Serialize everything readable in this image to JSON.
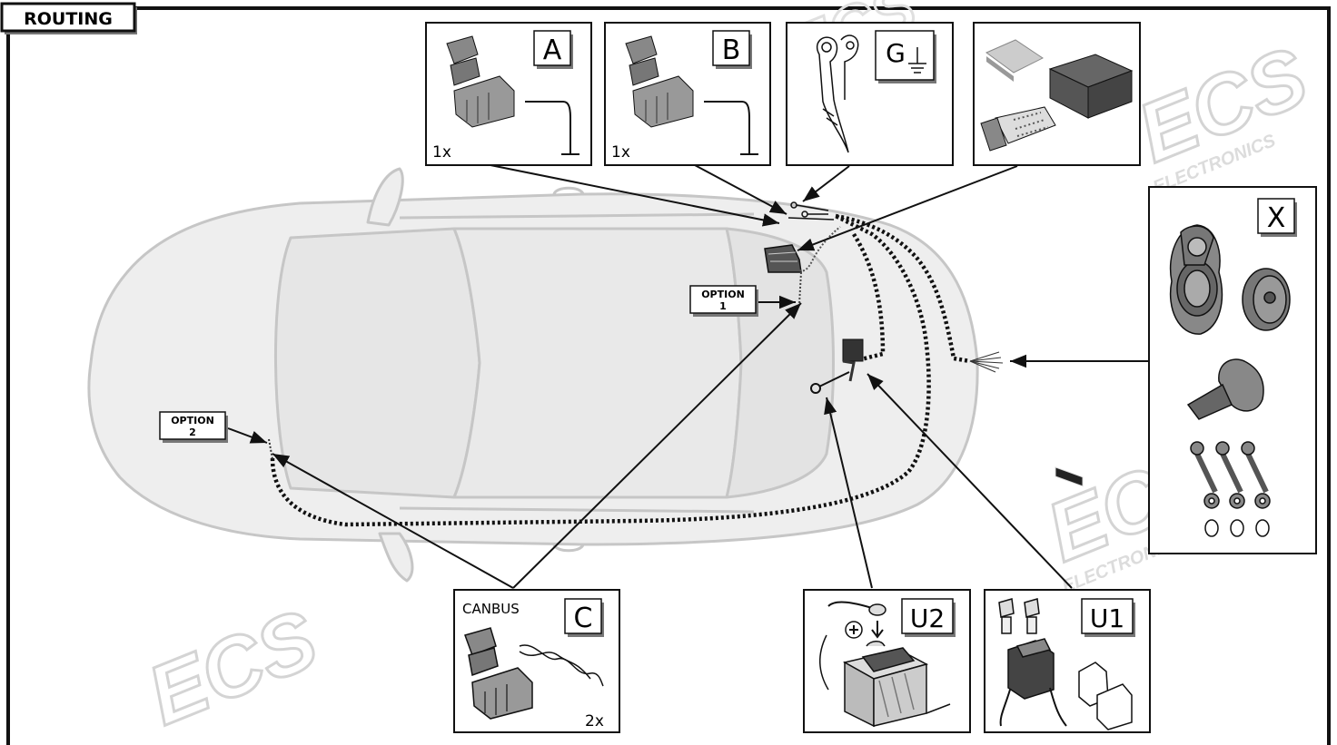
{
  "header": {
    "title": "ROUTING"
  },
  "watermark": {
    "logo": "ECS",
    "text": "ELECTRONICS"
  },
  "panels": {
    "A": {
      "letter": "A",
      "qty": "1x",
      "icon": "connector-with-wire-icon"
    },
    "B": {
      "letter": "B",
      "qty": "1x",
      "icon": "connector-with-wire-icon"
    },
    "G": {
      "letter": "G",
      "icon": "ground-ring-terminal-icon"
    },
    "module": {
      "icon": "control-module-kit-icon"
    },
    "X": {
      "letter": "X",
      "icon": "socket-kit-icon"
    },
    "C": {
      "letter": "C",
      "caption": "CANBUS",
      "qty": "2x",
      "icon": "canbus-twisted-pair-icon"
    },
    "U2": {
      "letter": "U2",
      "icon": "battery-positive-terminal-icon"
    },
    "U1": {
      "letter": "U1",
      "icon": "fuse-holder-icon"
    }
  },
  "callouts": {
    "option1": {
      "line1": "OPTION",
      "line2": "1"
    },
    "option2": {
      "line1": "OPTION",
      "line2": "2"
    }
  },
  "colors": {
    "frame": "#111111",
    "car_fill": "#eeeeee",
    "car_stroke": "#c6c6c6",
    "watermark": "#d9d9d9",
    "wire": "#111111"
  }
}
